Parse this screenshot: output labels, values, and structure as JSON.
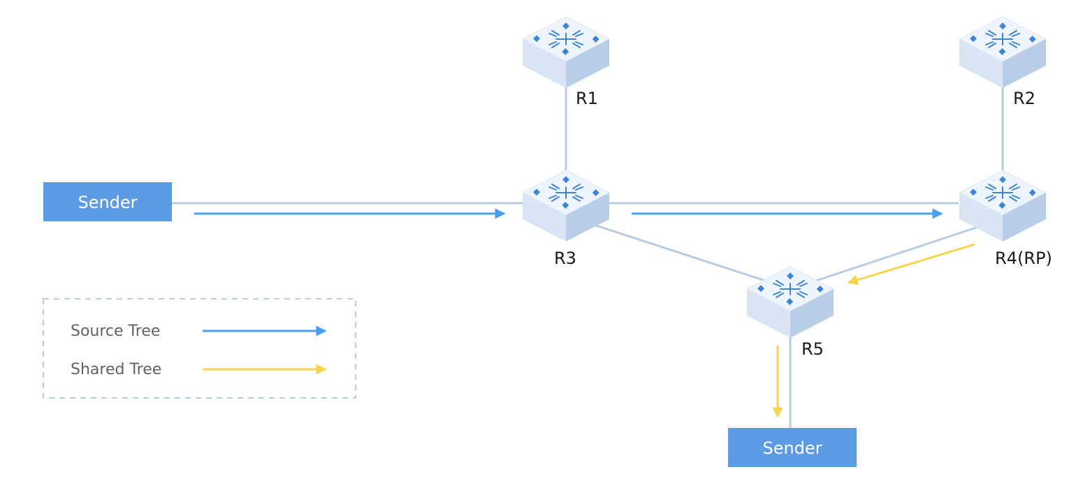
{
  "diagram": {
    "routers": [
      {
        "id": "r1",
        "label": "R1"
      },
      {
        "id": "r2",
        "label": "R2"
      },
      {
        "id": "r3",
        "label": "R3"
      },
      {
        "id": "r4",
        "label": "R4(RP)"
      },
      {
        "id": "r5",
        "label": "R5"
      }
    ],
    "senders": [
      {
        "id": "sender-left",
        "label": "Sender"
      },
      {
        "id": "sender-bottom",
        "label": "Sender"
      }
    ],
    "links": [
      [
        "sender-left",
        "r3"
      ],
      [
        "r1",
        "r3"
      ],
      [
        "r3",
        "r4"
      ],
      [
        "r2",
        "r4"
      ],
      [
        "r3",
        "r5"
      ],
      [
        "r4",
        "r5"
      ],
      [
        "r5",
        "sender-bottom"
      ]
    ],
    "flows": [
      {
        "tree": "source",
        "from": "sender-left",
        "to": "r3"
      },
      {
        "tree": "source",
        "from": "r3",
        "to": "r4"
      },
      {
        "tree": "shared",
        "from": "r4",
        "to": "r5"
      },
      {
        "tree": "shared",
        "from": "r5",
        "to": "sender-bottom"
      }
    ]
  },
  "legend": {
    "items": [
      {
        "label": "Source Tree",
        "tree": "source"
      },
      {
        "label": "Shared Tree",
        "tree": "shared"
      }
    ]
  },
  "colors": {
    "source_tree": "#4a9ef0",
    "shared_tree": "#f8d34c",
    "link": "#b7cce3",
    "sender_fill": "#5b9be3",
    "router_top": "#eef4fc",
    "router_left": "#d9e5f4",
    "router_right": "#b9cfe8",
    "router_icon": "#3d84d6",
    "legend_border": "#b9cbe0"
  }
}
